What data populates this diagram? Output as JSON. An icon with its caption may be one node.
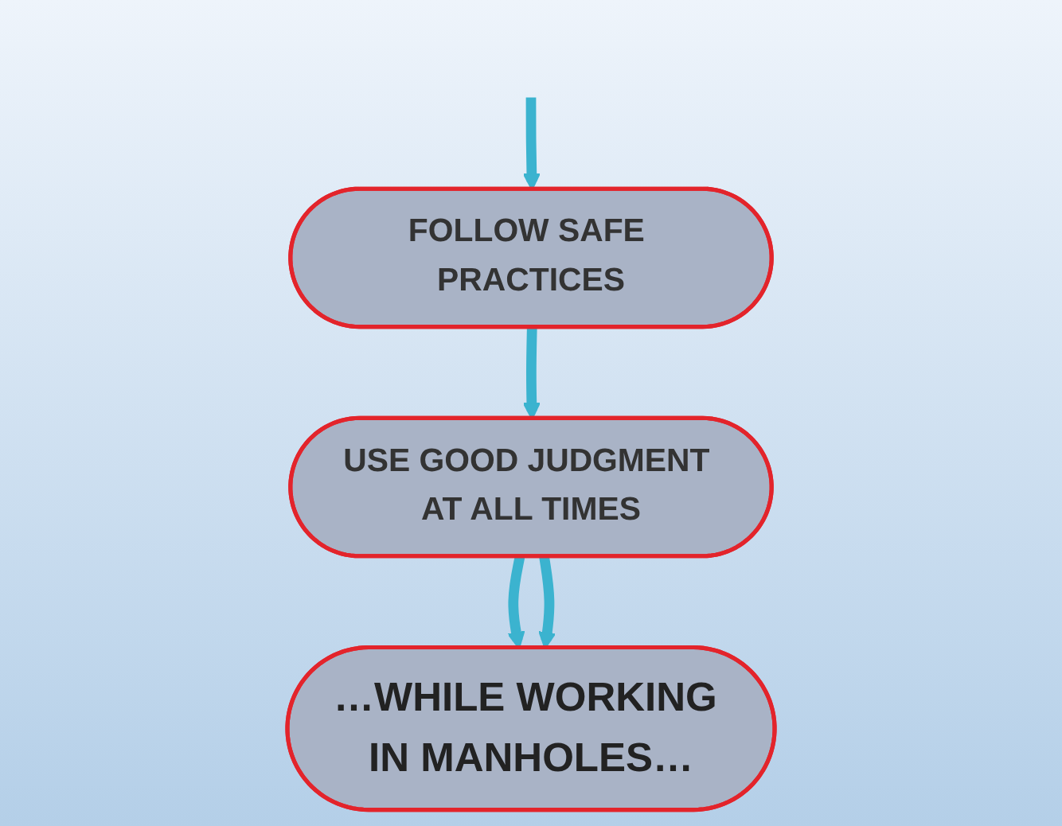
{
  "diagram": {
    "nodes": [
      {
        "text": [
          "FOLLOW SAFE PRACTICES"
        ]
      },
      {
        "text": [
          "USE GOOD JUDGMENT AT ALL TIMES"
        ]
      },
      {
        "text": [
          "…WHILE WORKING IN MANHOLES…"
        ]
      }
    ],
    "edges": [
      {
        "from": null,
        "to": 0,
        "arrow": "to"
      },
      {
        "from": 0,
        "to": 1,
        "arrow": "to"
      },
      {
        "from": 1,
        "to": 2,
        "arrow": "to"
      },
      {
        "from": 1,
        "to": 2,
        "arrow": "to"
      }
    ]
  }
}
